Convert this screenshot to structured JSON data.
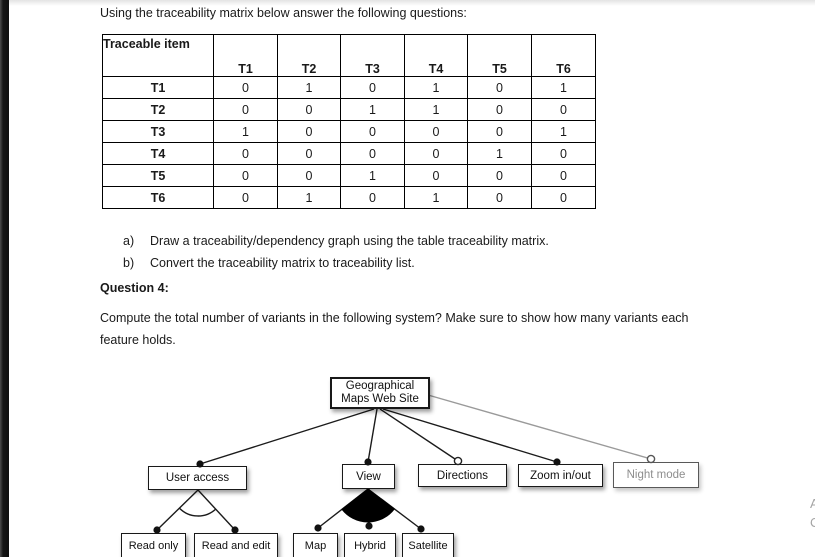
{
  "document": {
    "intro": "Using the traceability matrix below answer the following questions:",
    "subquestions": [
      {
        "label": "a)",
        "text": "Draw a traceability/dependency graph using the table traceability matrix."
      },
      {
        "label": "b)",
        "text": "Convert the traceability matrix to traceability list."
      }
    ],
    "question4_heading": "Question 4:",
    "question4_body": "Compute the total number of variants in the following system? Make sure to show how many variants each feature holds."
  },
  "matrix_table": {
    "corner_header": "Traceable item",
    "columns": [
      "T1",
      "T2",
      "T3",
      "T4",
      "T5",
      "T6"
    ],
    "rows": [
      {
        "label": "T1",
        "values": [
          "0",
          "1",
          "0",
          "1",
          "0",
          "1"
        ]
      },
      {
        "label": "T2",
        "values": [
          "0",
          "0",
          "1",
          "1",
          "0",
          "0"
        ]
      },
      {
        "label": "T3",
        "values": [
          "1",
          "0",
          "0",
          "0",
          "0",
          "1"
        ]
      },
      {
        "label": "T4",
        "values": [
          "0",
          "0",
          "0",
          "0",
          "1",
          "0"
        ]
      },
      {
        "label": "T5",
        "values": [
          "0",
          "0",
          "1",
          "0",
          "0",
          "0"
        ]
      },
      {
        "label": "T6",
        "values": [
          "0",
          "1",
          "0",
          "1",
          "0",
          "0"
        ]
      }
    ]
  },
  "feature_diagram": {
    "root": {
      "line1": "Geographical",
      "line2": "Maps Web Site"
    },
    "features": [
      {
        "label": "User access",
        "relation": "mandatory"
      },
      {
        "label": "View",
        "relation": "mandatory"
      },
      {
        "label": "Directions",
        "relation": "optional"
      },
      {
        "label": "Zoom in/out",
        "relation": "mandatory"
      },
      {
        "label": "Night mode",
        "relation": "optional"
      }
    ],
    "user_access_children": {
      "group": "alternative-xor-arc",
      "items": [
        {
          "label": "Read only"
        },
        {
          "label": "Read and edit"
        }
      ]
    },
    "view_children": {
      "group": "or-filled-arc",
      "items": [
        {
          "label": "Map"
        },
        {
          "label": "Hybrid"
        },
        {
          "label": "Satellite"
        }
      ]
    }
  },
  "page_edge_fragments": [
    "A",
    "C"
  ]
}
